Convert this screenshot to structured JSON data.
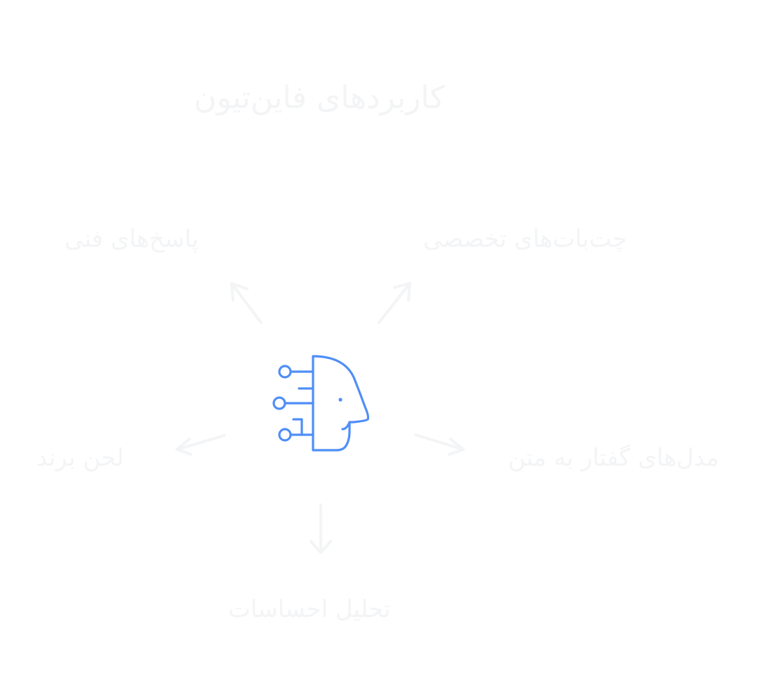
{
  "title": "کاربردهای فاین‌تیون",
  "nodes": {
    "technical_answers": "پاسخ‌های فنی",
    "specialized_chatbots": "چت‌بات‌های تخصصی",
    "brand_tone": "لحن برند",
    "speech_to_text": "مدل‌های گفتار به متن",
    "sentiment_analysis": "تحلیل احساسات"
  },
  "center_icon": "ai-head-circuit-icon",
  "colors": {
    "icon": "#4f8ef7",
    "faint_text": "#f3f4f6",
    "background": "#ffffff"
  }
}
